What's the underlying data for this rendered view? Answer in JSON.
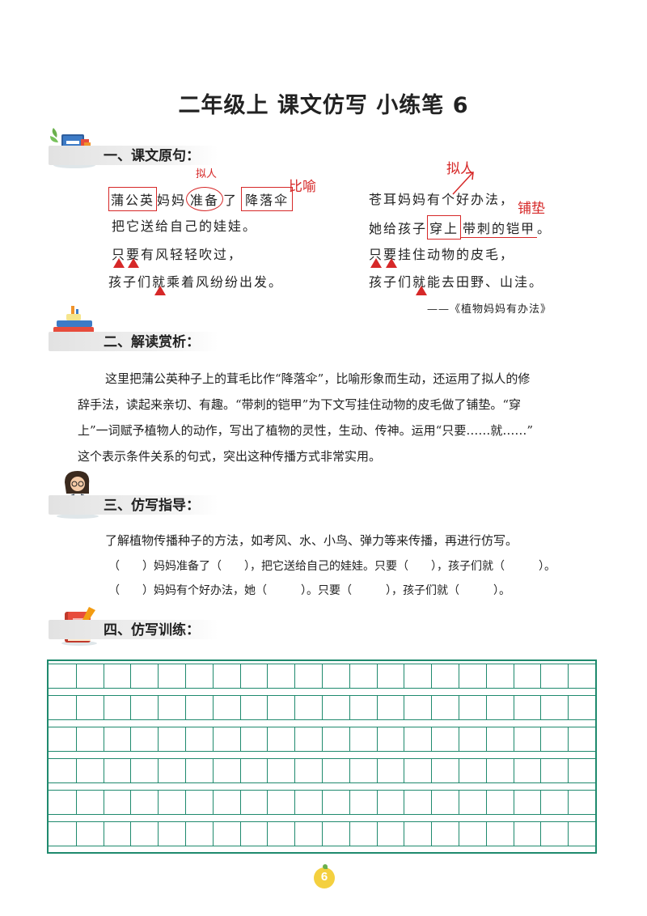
{
  "page": {
    "title": "二年级上  课文仿写  小练笔 6",
    "page_number": "6"
  },
  "sections": {
    "s1": {
      "title": "一、课文原句："
    },
    "s2": {
      "title": "二、解读赏析："
    },
    "s3": {
      "title": "三、仿写指导："
    },
    "s4": {
      "title": "四、仿写训练："
    }
  },
  "poem_left": {
    "line1_a": "蒲公英",
    "line1_b": "妈妈",
    "line1_c": "准备",
    "line1_d": "了",
    "line1_e": "降落伞",
    "line2": "把它送给自己的娃娃。",
    "line3": "只要有风轻轻吹过，",
    "line4": "孩子们就乘着风纷纷出发。",
    "note_personify": "拟人",
    "note_metaphor": "比喻"
  },
  "poem_right": {
    "line1": "苍耳妈妈有个好办法，",
    "line2_a": "她给孩子",
    "line2_b": "穿上",
    "line2_c": "带刺的铠甲",
    "line2_d": "。",
    "line3": "只要挂住动物的皮毛，",
    "line4": "孩子们就能去田野、山洼。",
    "source": "——《植物妈妈有办法》",
    "note_personify": "拟人",
    "note_setup": "铺垫"
  },
  "analysis": {
    "p1": "这里把蒲公英种子上的茸毛比作“降落伞”，比喻形象而生动，还运用了拟人的修",
    "p2": "辞手法，读起来亲切、有趣。“带刺的铠甲”为下文写挂住动物的皮毛做了铺垫。“穿",
    "p3": "上”一词赋予植物人的动作，写出了植物的灵性，生动、传神。运用“只要……就……”",
    "p4": "这个表示条件关系的句式，突出这种传播方式非常实用。"
  },
  "guide": {
    "intro": "了解植物传播种子的方法，如考风、水、小鸟、弹力等来传播，再进行仿写。",
    "template1": "（　　）妈妈准备了（　　），把它送给自己的娃娃。只要（　　），孩子们就（　　　）。",
    "template2": "（　　）妈妈有个好办法，她（　　　）。只要（　　　），孩子们就（　　　）。"
  },
  "colors": {
    "accent_red": "#d62828",
    "grid_green": "#1f8a6e",
    "badge_yellow": "#f4d03f"
  },
  "icons": [
    "books-plant-icon",
    "book-stack-icon",
    "teacher-icon",
    "notebook-pencil-icon"
  ]
}
